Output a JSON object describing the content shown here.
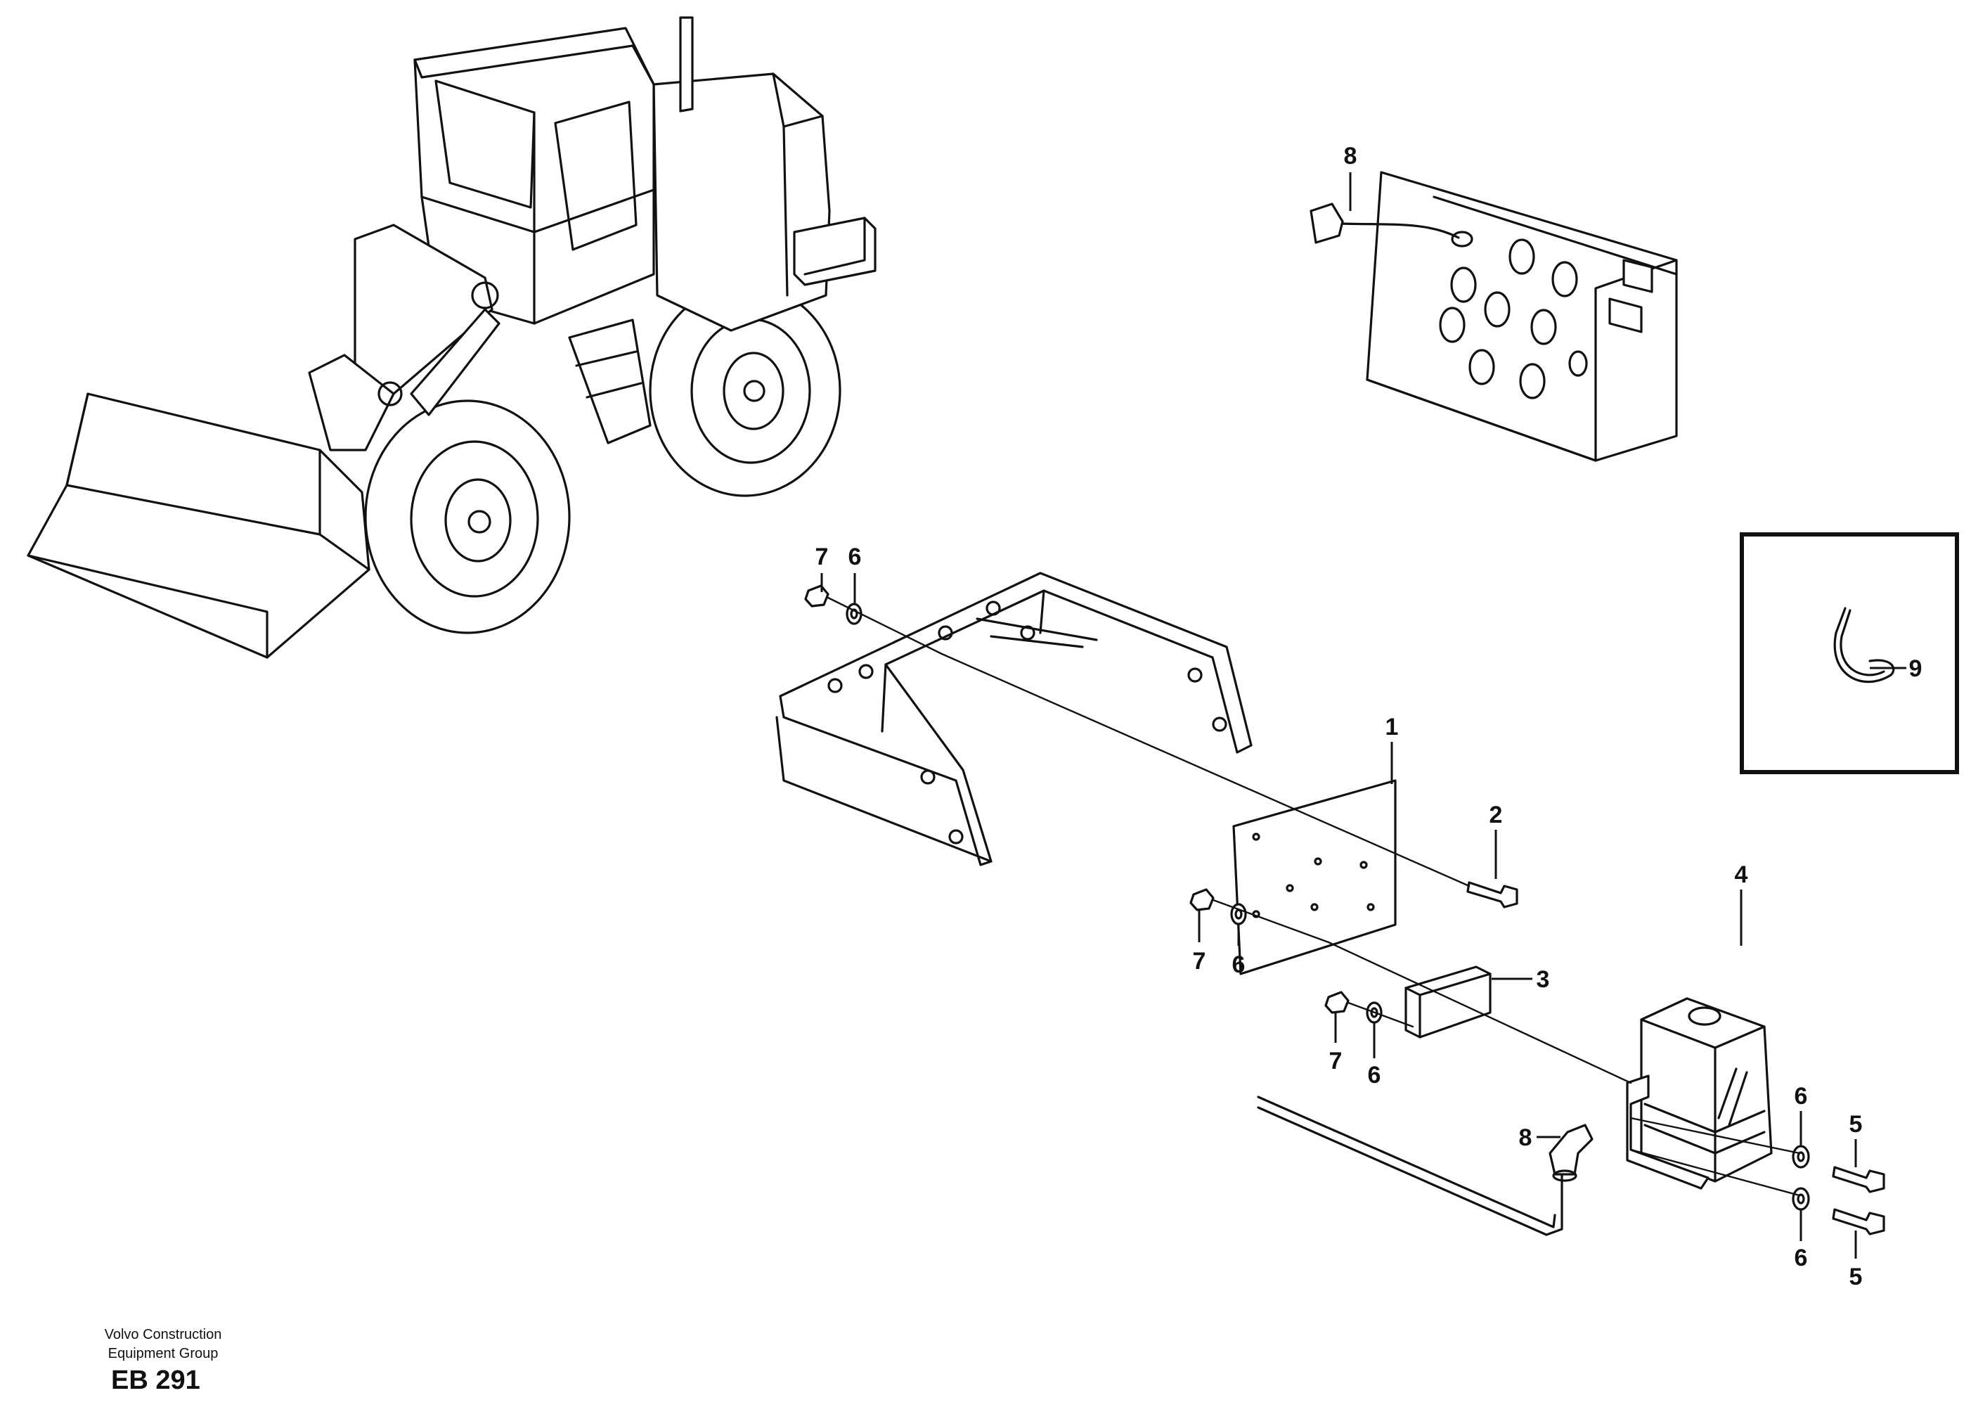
{
  "footer": {
    "credit_line_1": "Volvo Construction",
    "credit_line_2": "Equipment Group",
    "figure_code": "EB 291"
  },
  "callouts": {
    "c1": "1",
    "c2": "2",
    "c3": "3",
    "c4": "4",
    "c5a": "5",
    "c5b": "5",
    "c6a": "6",
    "c6b": "6",
    "c6c": "6",
    "c6d": "6",
    "c6e": "6",
    "c7a": "7",
    "c7b": "7",
    "c7c": "7",
    "c8a": "8",
    "c8b": "8",
    "c9": "9"
  }
}
